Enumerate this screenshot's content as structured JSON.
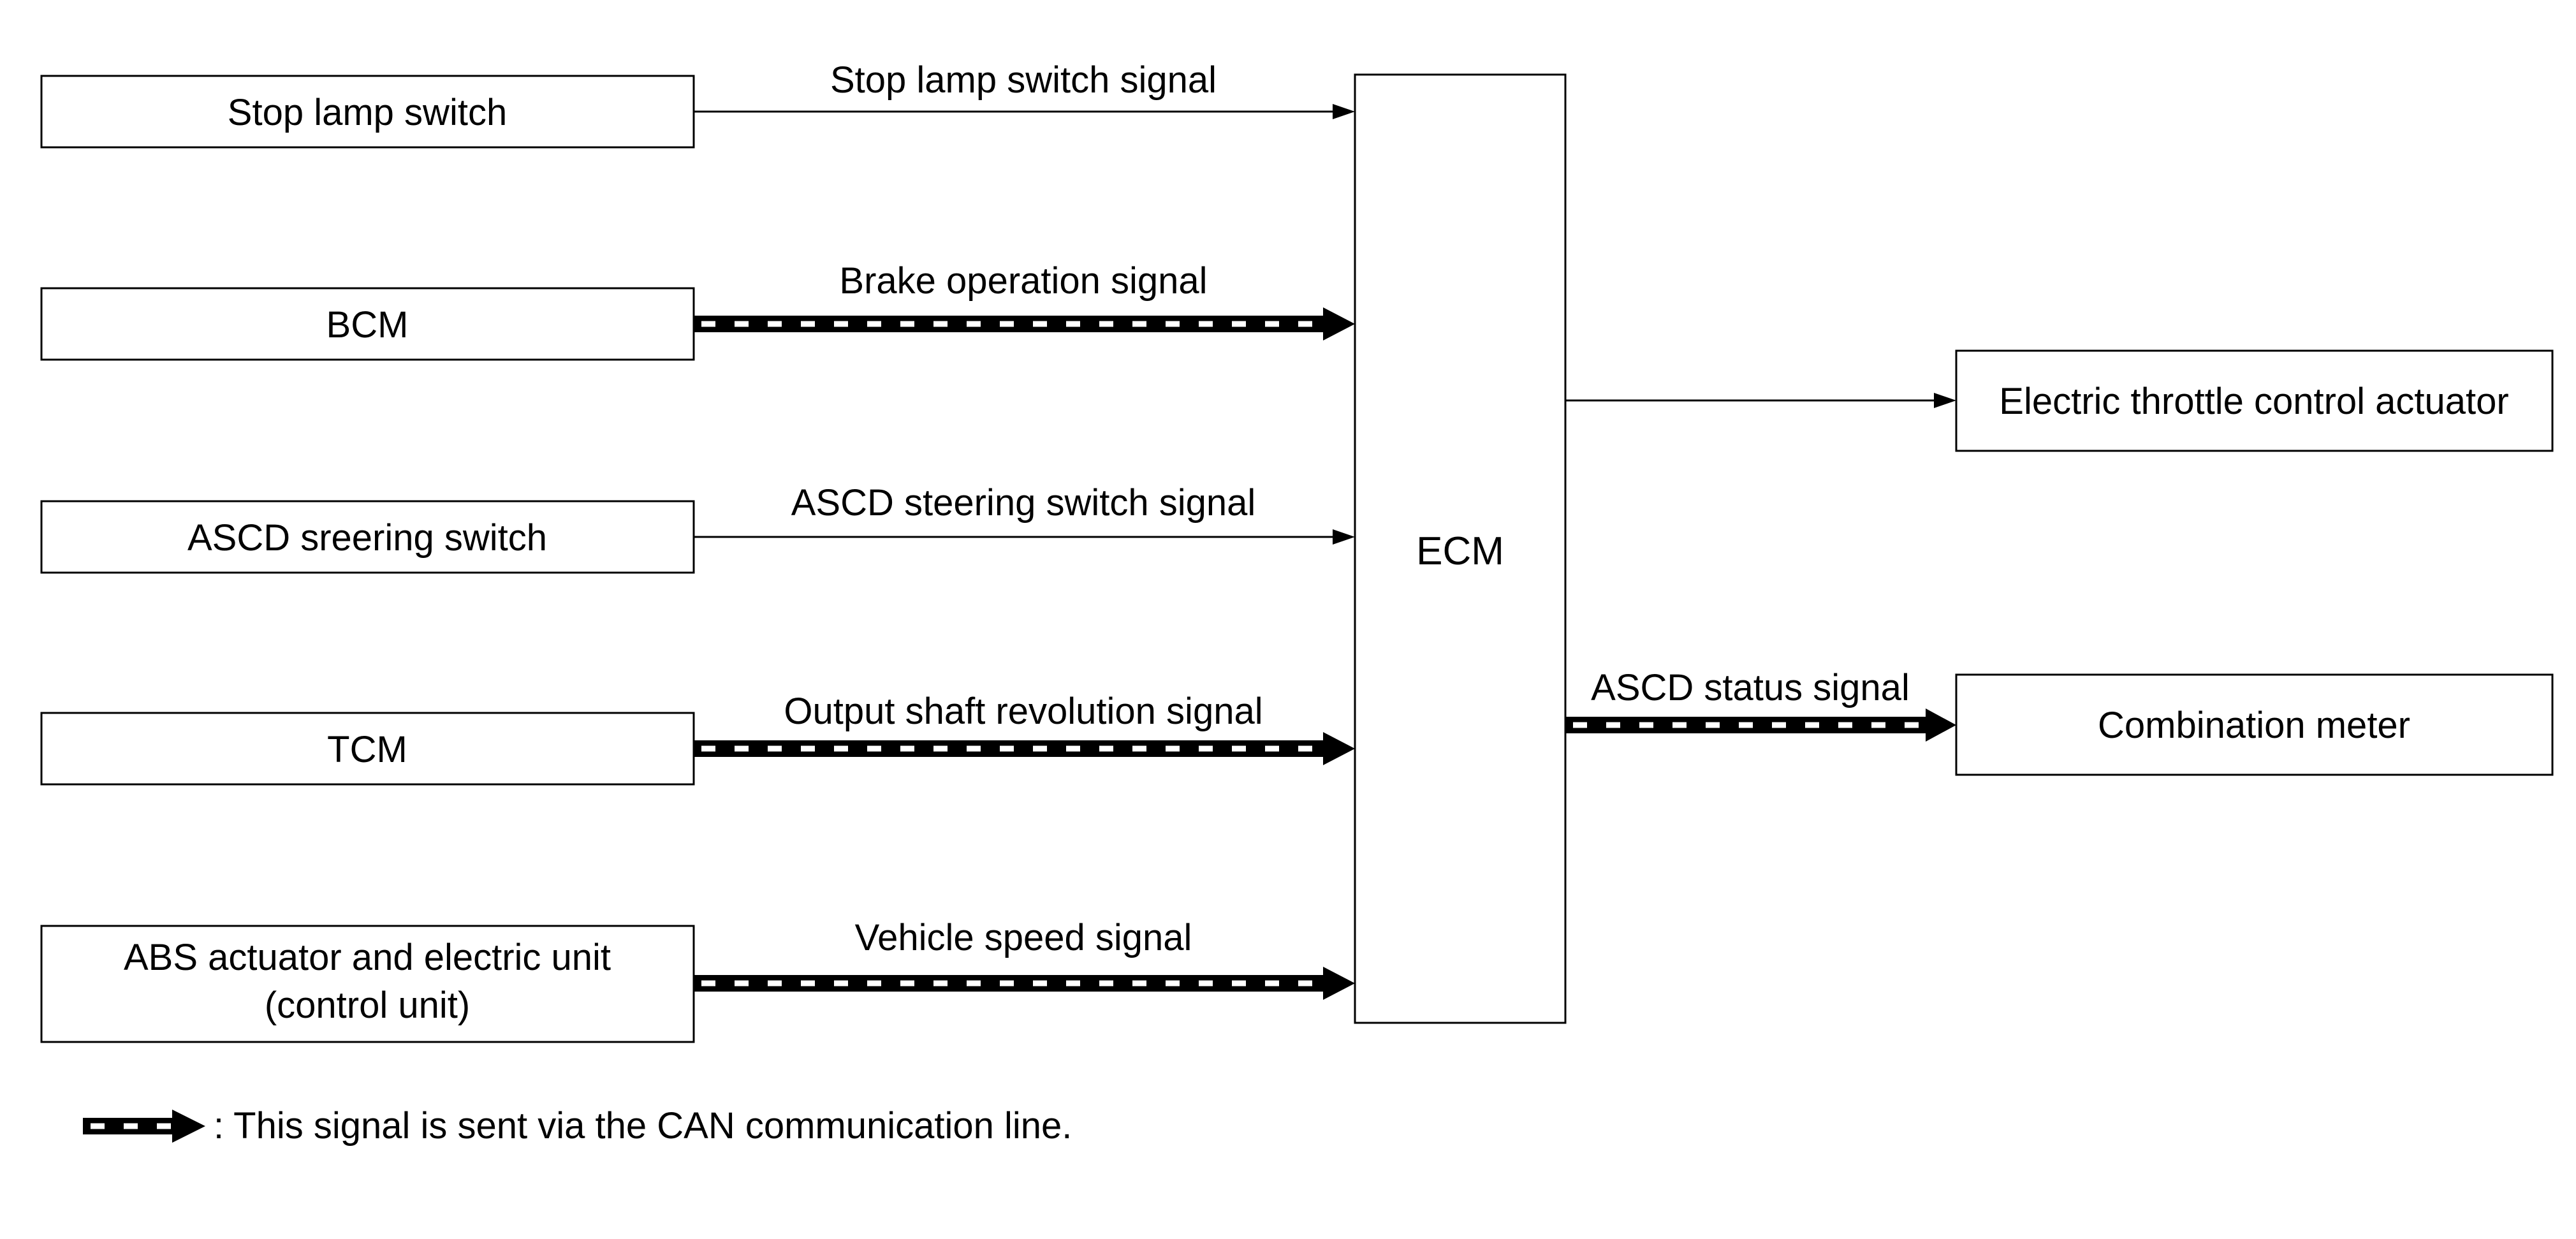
{
  "diagram": {
    "inputs": [
      {
        "id": "stop-lamp-switch",
        "lines": [
          "Stop lamp switch"
        ],
        "signal": "Stop lamp switch signal",
        "can": false
      },
      {
        "id": "bcm",
        "lines": [
          "BCM"
        ],
        "signal": "Brake operation signal",
        "can": true
      },
      {
        "id": "ascd-steering-switch",
        "lines": [
          "ASCD sreering switch"
        ],
        "signal": "ASCD steering switch signal",
        "can": false
      },
      {
        "id": "tcm",
        "lines": [
          "TCM"
        ],
        "signal": "Output shaft revolution signal",
        "can": true
      },
      {
        "id": "abs-actuator",
        "lines": [
          "ABS actuator and electric unit",
          "(control unit)"
        ],
        "signal": "Vehicle speed signal",
        "can": true
      }
    ],
    "ecm": {
      "label": "ECM"
    },
    "outputs": [
      {
        "id": "electric-throttle",
        "lines": [
          "Electric throttle control actuator"
        ],
        "signal": "",
        "can": false
      },
      {
        "id": "combination-meter",
        "lines": [
          "Combination meter"
        ],
        "signal": "ASCD status signal",
        "can": true
      }
    ],
    "legend": {
      "text": ": This signal is sent via the CAN communication line."
    }
  }
}
